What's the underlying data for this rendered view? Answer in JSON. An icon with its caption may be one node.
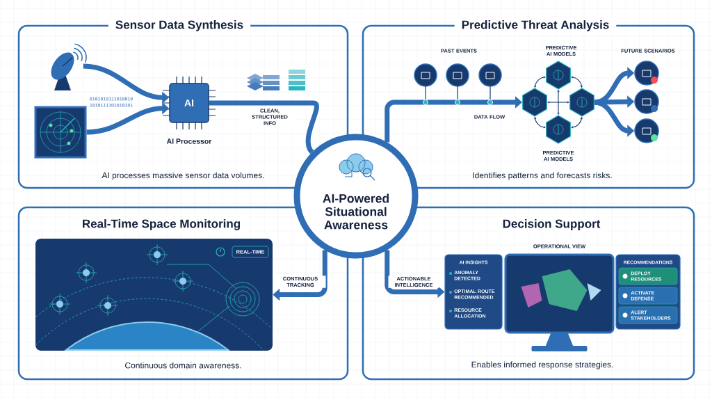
{
  "diagram": {
    "nodes": [
      {
        "text": [
          "Sensor Data Synthesis",
          "AI processes massive sensor data volumes."
        ]
      },
      {
        "text": [],
        "shape": "picture",
        "in": 0
      },
      {
        "text": [],
        "shape": "picture",
        "in": 0
      },
      {
        "text": [
          "AI",
          "AI Processor"
        ],
        "in": 0
      },
      {
        "text": [
          "AI-Powered Situational Awareness"
        ]
      },
      {
        "text": [
          "Predictive Threat Analysis",
          "Identifies patterns and forecasts risks."
        ]
      },
      {
        "text": [],
        "shape": "circle",
        "in": 5
      },
      {
        "text": [],
        "shape": "circle",
        "in": 5
      },
      {
        "text": [],
        "shape": "circle",
        "in": 5
      },
      {
        "text": [],
        "shape": "hexagon",
        "in": 5
      },
      {
        "text": [],
        "shape": "hexagon",
        "in": 5
      },
      {
        "text": [],
        "shape": "hexagon",
        "in": 5
      },
      {
        "text": [],
        "shape": "hexagon",
        "in": 5
      },
      {
        "text": [],
        "shape": "circle",
        "in": 5
      },
      {
        "text": [],
        "shape": "circle",
        "in": 5
      },
      {
        "text": [],
        "shape": "circle",
        "in": 5
      },
      {
        "text": [
          "Real-Time Space Monitoring",
          "Continuous domain awareness."
        ]
      },
      {
        "text": [],
        "shape": "picture",
        "in": 16
      },
      {
        "text": [
          "REAL-TIME"
        ],
        "in": 17
      },
      {
        "text": [
          "Decision Support",
          "Enables informed response strategies."
        ]
      },
      {
        "text": [
          "AI INSIGHTS",
          "ANOMALY DETECTED",
          "OPTIMAL ROUTE RECOMMENDED",
          "RESOURCE ALLOCATION"
        ],
        "in": 19
      },
      {
        "text": [
          "OPERATIONAL VIEW"
        ],
        "in": 19
      },
      {
        "text": [
          "RECOMMENDATIONS"
        ],
        "in": 19
      },
      {
        "text": [
          "DEPLOY RESOURCES"
        ],
        "in": 22
      },
      {
        "text": [
          "ACTIVATE DEFENSE"
        ],
        "in": 22
      },
      {
        "text": [
          "ALERT STAKEHOLDERS"
        ],
        "in": 22
      }
    ],
    "edges": [
      {
        "from": 1,
        "to": 3,
        "arrow": "to"
      },
      {
        "from": 2,
        "to": 3,
        "arrow": "to"
      },
      {
        "from": 3,
        "to": 4,
        "arrow": "none",
        "label": "CLEAN, STRUCTURED INFO"
      },
      {
        "from": 4,
        "to": 10,
        "arrow": "to",
        "label": "DATA FLOW"
      },
      {
        "from": 9,
        "to": 10,
        "arrow": "both"
      },
      {
        "from": 9,
        "to": 11,
        "arrow": "both"
      },
      {
        "from": 10,
        "to": 12,
        "arrow": "both"
      },
      {
        "from": 11,
        "to": 12,
        "arrow": "both"
      },
      {
        "from": 9,
        "to": 12,
        "arrow": "both"
      },
      {
        "from": 10,
        "to": 11,
        "arrow": "both"
      },
      {
        "from": 11,
        "to": 13,
        "arrow": "to"
      },
      {
        "from": 11,
        "to": 14,
        "arrow": "to"
      },
      {
        "from": 11,
        "to": 15,
        "arrow": "to"
      },
      {
        "from": 4,
        "to": 17,
        "arrow": "to",
        "label": "CONTINUOUS TRACKING"
      },
      {
        "from": 4,
        "to": 20,
        "arrow": "to",
        "label": "ACTIONABLE INTELLIGENCE"
      }
    ],
    "labels": [
      "0101010111010010",
      "1010111101010101",
      "PAST EVENTS",
      "PREDICTIVE AI MODELS",
      "FUTURE SCENARIOS",
      "PREDICTIVE AI MODELS"
    ]
  }
}
